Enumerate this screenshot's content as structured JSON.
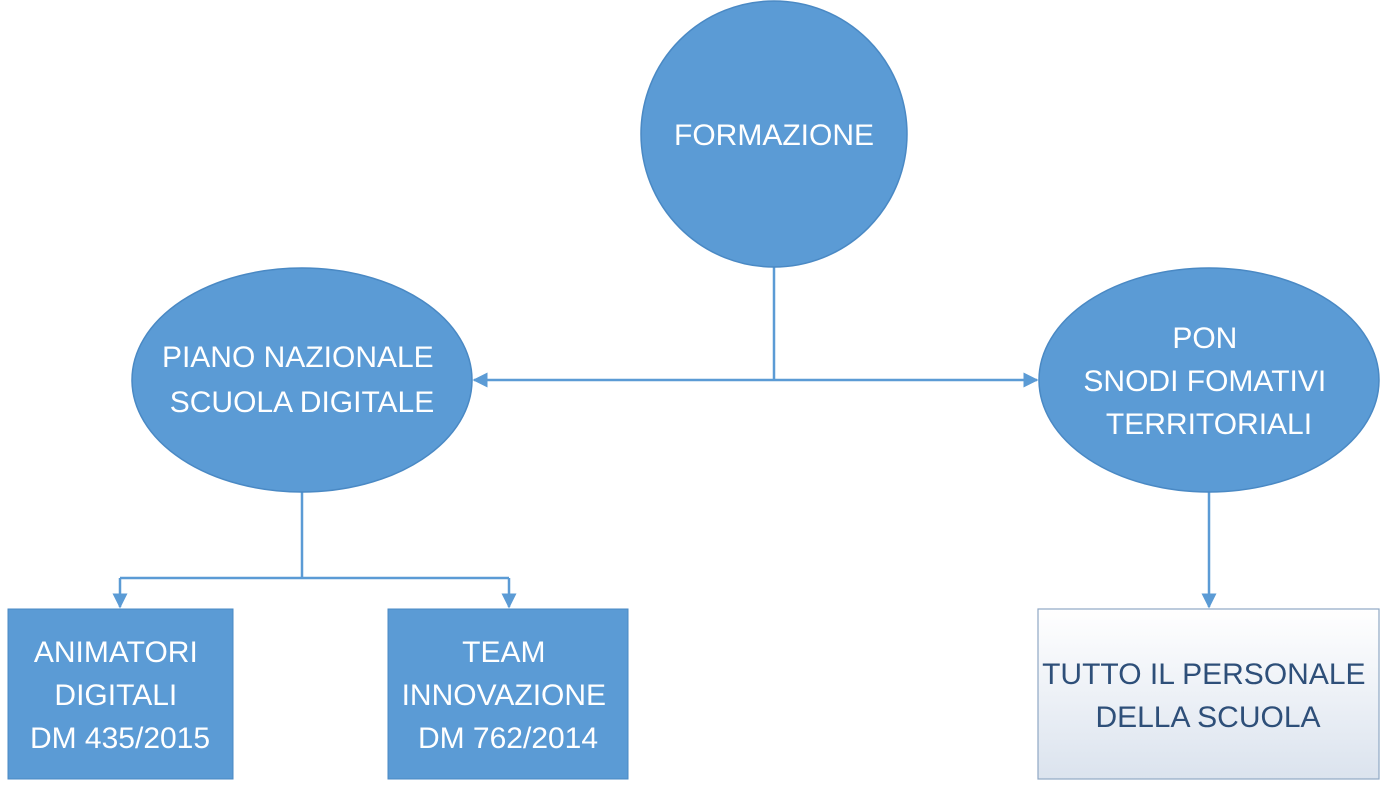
{
  "nodes": {
    "formazione": {
      "lines": [
        "FORMAZIONE"
      ]
    },
    "pnsd": {
      "lines": [
        "PIANO NAZIONALE",
        "SCUOLA DIGITALE"
      ]
    },
    "pon": {
      "lines": [
        "PON",
        "SNODI FOMATIVI",
        "TERRITORIALI"
      ]
    },
    "animatori": {
      "lines": [
        "ANIMATORI",
        "DIGITALI",
        "DM 435/2015"
      ]
    },
    "team": {
      "lines": [
        "TEAM",
        "INNOVAZIONE",
        "DM 762/2014"
      ]
    },
    "personale": {
      "lines": [
        "TUTTO IL PERSONALE",
        "DELLA SCUOLA"
      ]
    }
  },
  "colors": {
    "node_fill": "#5b9bd5",
    "node_stroke": "#4a89c4",
    "connector": "#5b9bd5",
    "light_box_fill_top": "#ffffff",
    "light_box_fill_bottom": "#dbe3ee",
    "light_box_text": "#2e4f79"
  }
}
